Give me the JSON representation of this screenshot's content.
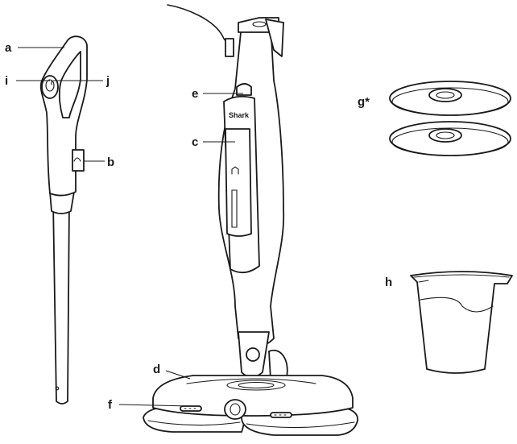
{
  "labels": {
    "a": "a",
    "i": "i",
    "j": "j",
    "b": "b",
    "e": "e",
    "c": "c",
    "d": "d",
    "f": "f",
    "g": "g*",
    "h": "h"
  },
  "brand_logo": "Shark",
  "colors": {
    "ink": "#1a1a1a",
    "background": "#ffffff"
  }
}
